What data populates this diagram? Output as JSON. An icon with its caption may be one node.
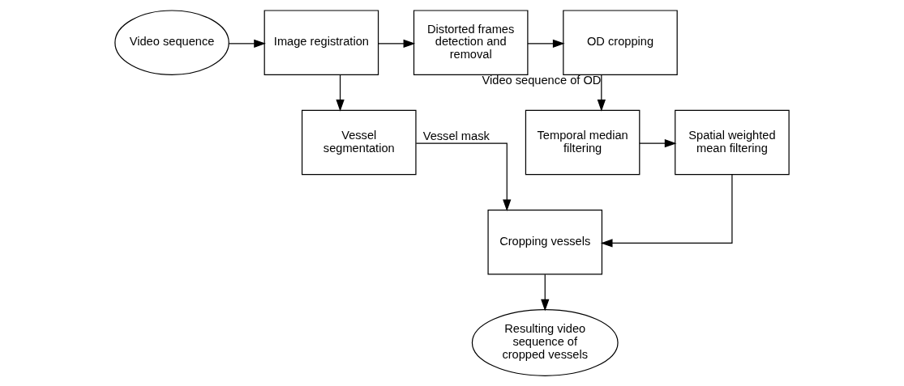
{
  "diagram": {
    "nodes": [
      {
        "text": [
          "Video sequence"
        ]
      },
      {
        "text": [
          "Image registration"
        ]
      },
      {
        "text": [
          "Distorted frames detection and removal"
        ]
      },
      {
        "text": [
          "OD cropping"
        ]
      },
      {
        "text": [
          "Temporal median filtering"
        ]
      },
      {
        "text": [
          "Spatial weighted mean filtering"
        ]
      },
      {
        "text": [
          "Vessel segmentation"
        ]
      },
      {
        "text": [
          "Cropping vessels"
        ]
      },
      {
        "text": [
          "Resulting video sequence of cropped vessels"
        ]
      }
    ],
    "edges": [
      {
        "from": 0,
        "to": 1,
        "arrow": "to"
      },
      {
        "from": 1,
        "to": 2,
        "arrow": "to"
      },
      {
        "from": 2,
        "to": 3,
        "arrow": "to"
      },
      {
        "from": 3,
        "to": 4,
        "arrow": "to",
        "label": "Video sequence of OD"
      },
      {
        "from": 4,
        "to": 5,
        "arrow": "to"
      },
      {
        "from": 1,
        "to": 6,
        "arrow": "to"
      },
      {
        "from": 6,
        "to": 7,
        "arrow": "to",
        "label": "Vessel mask"
      },
      {
        "from": 5,
        "to": 7,
        "arrow": "to"
      },
      {
        "from": 7,
        "to": 8,
        "arrow": "to"
      }
    ]
  }
}
